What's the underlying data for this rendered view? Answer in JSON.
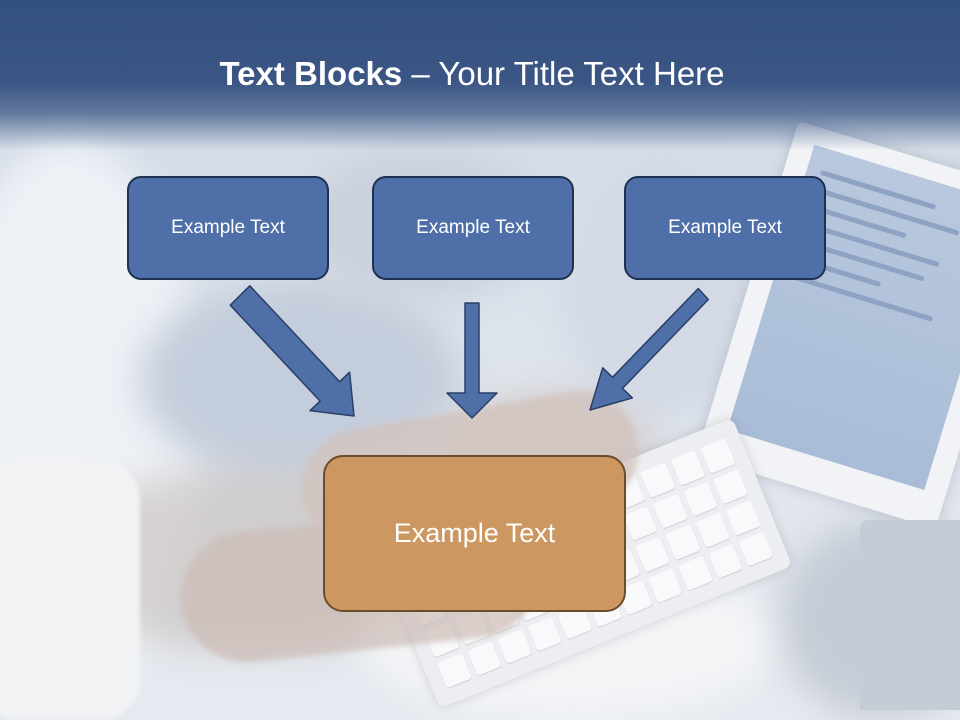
{
  "slide": {
    "title_bold": "Text Blocks",
    "title_separator": " – ",
    "title_rest": "Your Title Text Here"
  },
  "blocks": {
    "top": [
      {
        "label": "Example Text"
      },
      {
        "label": "Example Text"
      },
      {
        "label": "Example Text"
      }
    ],
    "bottom": {
      "label": "Example Text"
    }
  },
  "colors": {
    "title_band": "#3b5684",
    "top_box_fill": "#4e6fa7",
    "top_box_border": "#1f3153",
    "bottom_box_fill": "#cd9762",
    "bottom_box_border": "#6a4d2b",
    "arrow_fill": "#4e6fa7",
    "arrow_stroke": "#2a3f66"
  }
}
